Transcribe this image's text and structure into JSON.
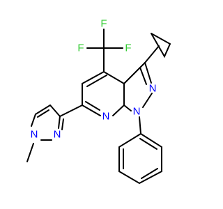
{
  "molecule": {
    "labels": {
      "f_top": "F",
      "f_left": "F",
      "f_right": "F",
      "n_pyrazole_eq": "N",
      "n_pyrazole_ph": "N",
      "n_pyridine": "N",
      "n_methylpyrazole_left": "N",
      "n_methylpyrazole_right": "N"
    },
    "colors": {
      "nitrogen": "#0000ff",
      "fluorine": "#33cc33",
      "bond": "#000000"
    }
  }
}
